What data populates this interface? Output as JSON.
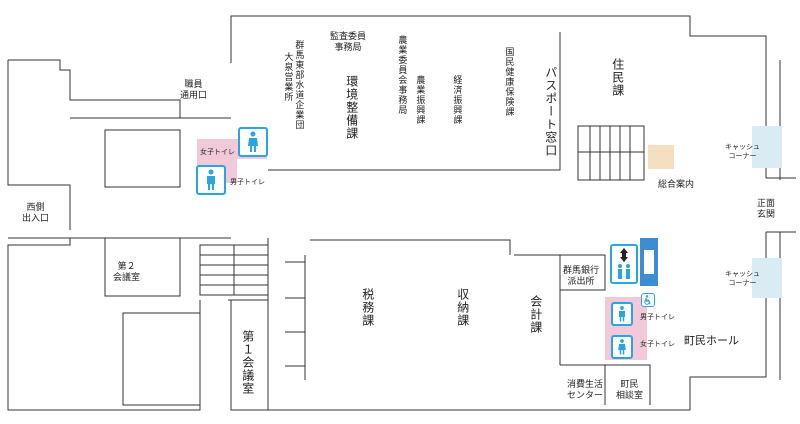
{
  "rooms": {
    "gunma_water": "群馬東部水道企業団",
    "oizumi_office": "大泉営業所",
    "audit_office": "監査委員\n事務局",
    "environment": "環境整備課",
    "agri_committee": "農業委員会事務局",
    "agri_promotion": "農業振興課",
    "economic_promotion": "経済振興課",
    "health_insurance": "国民健康保険課",
    "passport": "パスポート窓口",
    "residents": "住民課",
    "general_info": "総合案内",
    "staff_entrance": "職員\n通用口",
    "west_entrance": "西側\n出入口",
    "meeting_room_2": "第２\n会議室",
    "meeting_room_1": "第１会議室",
    "tax": "税務課",
    "revenue": "収納課",
    "accounting": "会計課",
    "gunma_bank": "群馬銀行\n派出所",
    "main_entrance": "正面\n玄関",
    "town_hall": "町民ホール",
    "consumer_center": "消費生活\nセンター",
    "consultation": "町民\n相談室"
  },
  "facilities": {
    "womens_toilet": "女子トイレ",
    "mens_toilet": "男子トイレ",
    "cash_corner": "キャッシュ\nコーナー"
  },
  "icons": {
    "womens_toilet": "female-person-icon",
    "mens_toilet": "male-person-icon",
    "elevator": "elevator-icon",
    "accessible": "wheelchair-icon"
  },
  "colors": {
    "wall": "#333333",
    "toilet_area": "#f2c9d9",
    "icon_border": "#29a5e0",
    "cash_corner": "#d9ebf3",
    "info_desk": "#f5dfc0",
    "elevator_blue": "#3d8ed0"
  }
}
